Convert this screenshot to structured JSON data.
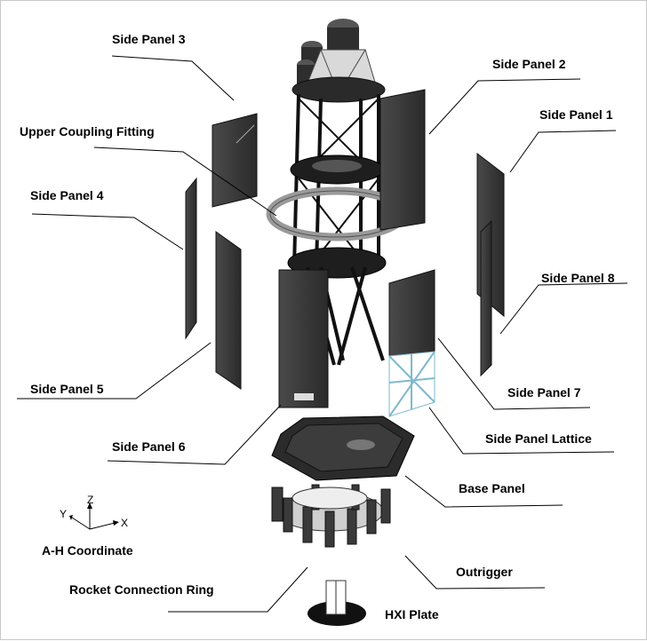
{
  "labels": {
    "side_panel_3": "Side Panel 3",
    "side_panel_2": "Side Panel 2",
    "side_panel_1": "Side Panel 1",
    "upper_coupling_fitting": "Upper Coupling Fitting",
    "side_panel_4": "Side Panel 4",
    "side_panel_8": "Side Panel 8",
    "side_panel_5": "Side Panel 5",
    "side_panel_7": "Side Panel 7",
    "side_panel_6": "Side Panel 6",
    "side_panel_lattice": "Side Panel Lattice",
    "base_panel": "Base Panel",
    "outrigger": "Outrigger",
    "a_h_coordinate": "A-H Coordinate",
    "rocket_connection_ring": "Rocket Connection Ring",
    "hxi_plate": "HXI Plate"
  },
  "axes": {
    "x": "X",
    "y": "Y",
    "z": "Z"
  },
  "colors": {
    "panel": "#3a3a3a",
    "panel_dark": "#222222",
    "lattice": "#9fd0e0",
    "frame": "#d8d8d8"
  }
}
